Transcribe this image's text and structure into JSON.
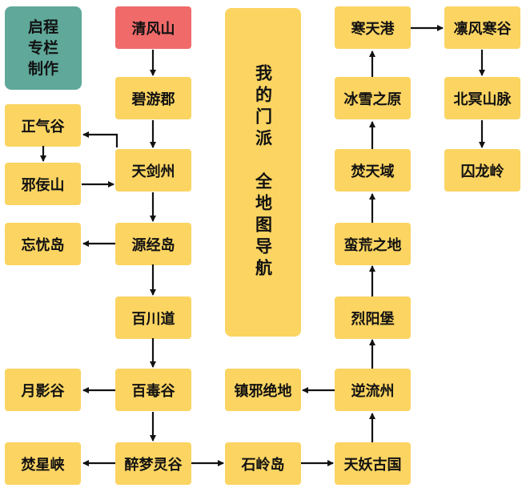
{
  "badge": "启程\n专栏\n制作",
  "title": "我的门派　全地图导航",
  "nodes": {
    "qingfengshan": "清风山",
    "biyoujun": "碧游郡",
    "tianjianzhou": "天剑州",
    "zhengqigu": "正气谷",
    "xiening": "邪佞山",
    "yuanjingdao": "源经岛",
    "wangyoudao": "忘忧岛",
    "baichuandao": "百川道",
    "baidugu": "百毒谷",
    "yueyinggu": "月影谷",
    "zuimenglinggu": "醉梦灵谷",
    "fenxingxia": "焚星峡",
    "shilingdao": "石岭岛",
    "tianyaoguguo": "天妖古国",
    "niliuzhou": "逆流州",
    "zhenxiejuedi": "镇邪绝地",
    "lieyangbao": "烈阳堡",
    "manhuangzhidi": "蛮荒之地",
    "fentianyu": "焚天域",
    "bingxuezhiyuan": "冰雪之原",
    "hantiangang": "寒天港",
    "linfenghangu": "凛风寒谷",
    "beimingshanmai": "北冥山脉",
    "qiulongling": "囚龙岭"
  },
  "colors": {
    "start": "#f06a6a",
    "node": "#fbd462",
    "badge": "#5fa89a",
    "arrow": "#111111"
  }
}
